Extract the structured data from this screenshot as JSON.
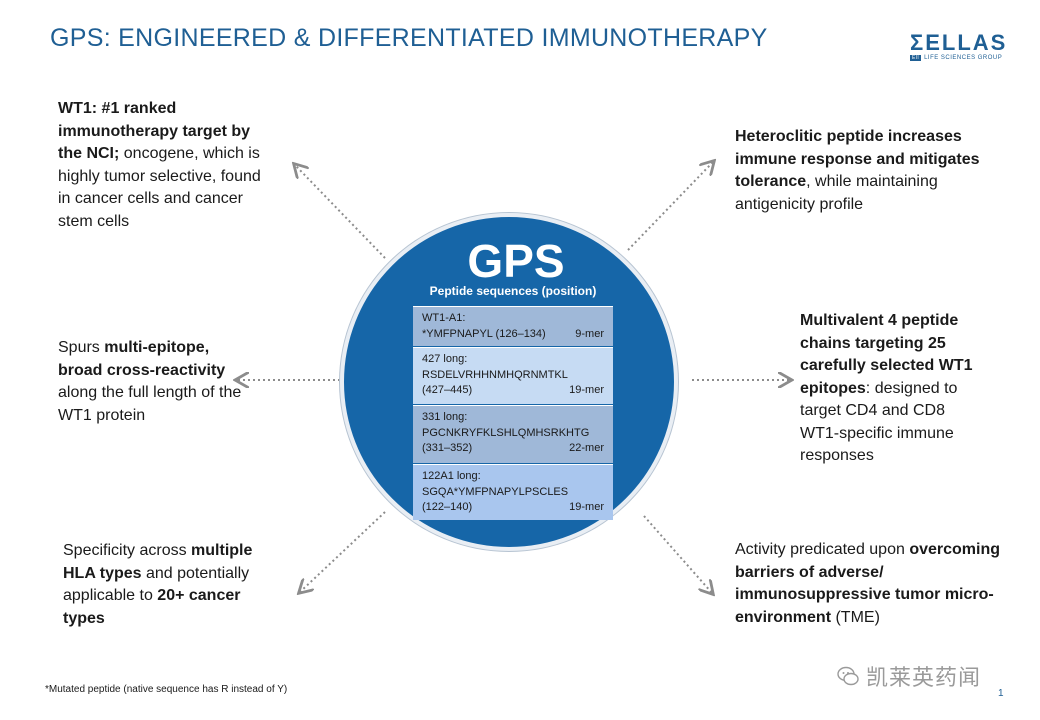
{
  "title": "GPS:  ENGINEERED & DIFFERENTIATED IMMUNOTHERAPY",
  "logo": {
    "brand": "ΣELLAS",
    "box": "Ell",
    "tagline": "LIFE SCIENCES GROUP"
  },
  "center": {
    "label": "GPS",
    "header": "Peptide sequences (position)",
    "peptides": [
      {
        "name": "WT1-A1:",
        "sequence": "*YMFPNAPYL  (126–134)",
        "position": "",
        "length": "9-mer"
      },
      {
        "name": "427 long:",
        "sequence": "RSDELVRHHNMHQRNMTKL",
        "position": "(427–445)",
        "length": "19-mer"
      },
      {
        "name": "331 long:",
        "sequence": "PGCNKRYFKLSHLQMHSRKHTG",
        "position": "(331–352)",
        "length": "22-mer"
      },
      {
        "name": "122A1 long:",
        "sequence": "SGQA*YMFPNAPYLPSCLES",
        "position": "(122–140)",
        "length": "19-mer"
      }
    ]
  },
  "callouts": {
    "top_left": {
      "b1": "WT1: #1 ranked immunotherapy target by the NCI;",
      "t1": " oncogene, which is highly tumor selective, found in cancer cells and cancer stem cells"
    },
    "mid_left": {
      "t0": "Spurs ",
      "b1": "multi-epitope, broad cross-reactivity",
      "t1": " along the full length of the WT1 protein"
    },
    "bottom_left": {
      "t0": "Specificity across ",
      "b1": "multiple HLA types",
      "t1": " and potentially applicable to ",
      "b2": "20+ cancer types"
    },
    "top_right": {
      "b1": "Heteroclitic peptide increases immune response and mitigates tolerance",
      "t1": ", while maintaining antigenicity profile"
    },
    "mid_right": {
      "b1": "Multivalent 4 peptide chains targeting 25 carefully selected WT1 epitopes",
      "t1": ": designed to target CD4 and CD8 WT1-specific immune responses"
    },
    "bottom_right": {
      "t0": "Activity predicated upon ",
      "b1": "overcoming barriers of adverse/ immunosuppressive tumor micro-environment",
      "t1": " (TME)"
    }
  },
  "footnote": "*Mutated  peptide  (native sequence has R instead of Y)",
  "page_number": "1",
  "watermark": "凯莱英药闻"
}
